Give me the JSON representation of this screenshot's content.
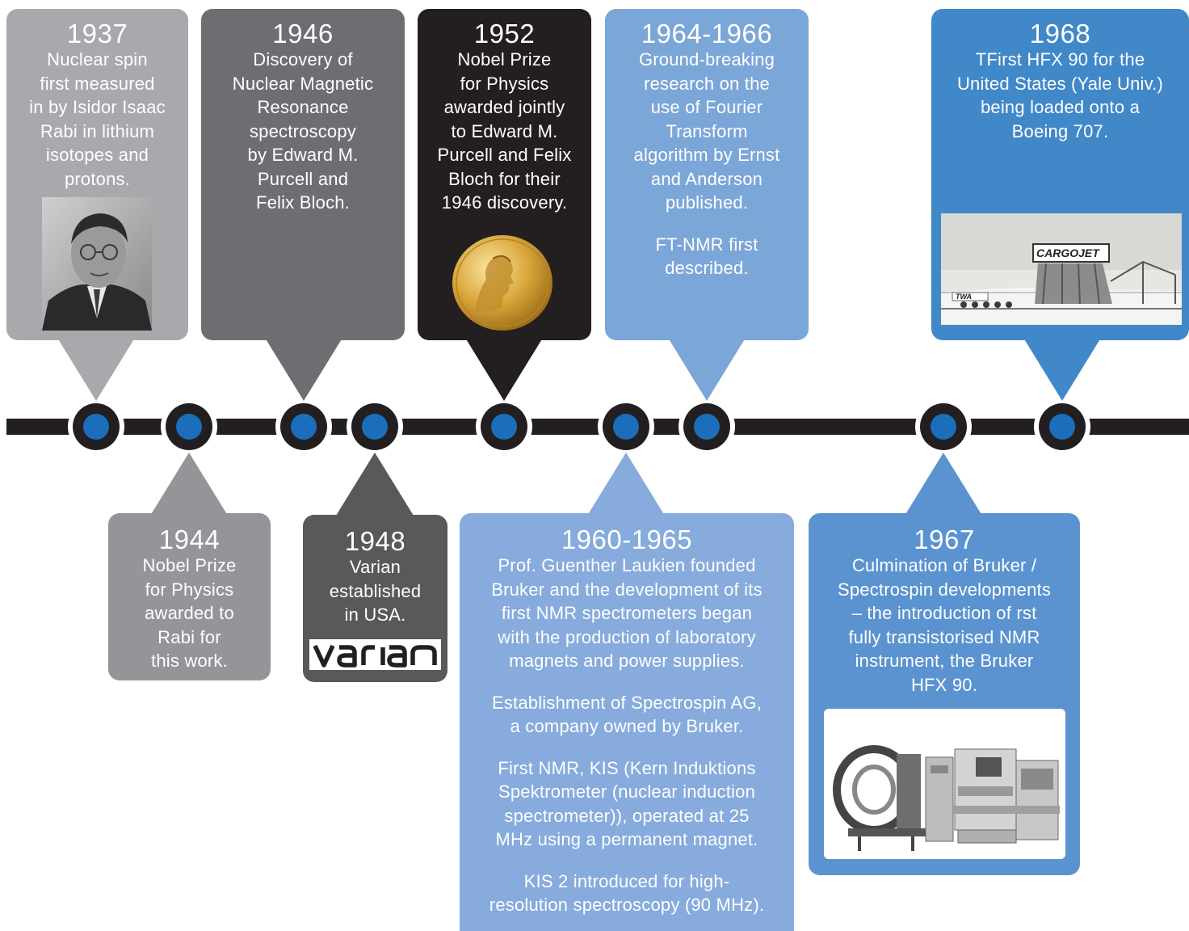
{
  "colors": {
    "c1937": "#a7a9ac",
    "c1946": "#6d6e71",
    "c1952": "#231f20",
    "c1964": "#7ba6d8",
    "c1968": "#4188c9",
    "c1944": "#939598",
    "c1948": "#58595b",
    "c1960": "#86abdc",
    "c1967": "#5b93d0",
    "line": "#231f20",
    "dot": "#1a6ebb"
  },
  "events_top": [
    {
      "year": "1937",
      "lines": [
        "Nuclear spin",
        "first measured",
        "in by Isidor Isaac",
        "Rabi in lithium",
        "isotopes and",
        "protons."
      ],
      "image": "portrait-of-isidor-rabi"
    },
    {
      "year": "1946",
      "lines": [
        "Discovery of",
        "Nuclear Magnetic",
        "Resonance",
        "spectroscopy",
        "by Edward M.",
        "Purcell and",
        "Felix Bloch."
      ]
    },
    {
      "year": "1952",
      "lines": [
        "Nobel Prize",
        "for Physics",
        "awarded jointly",
        "to Edward M.",
        "Purcell and Felix",
        "Bloch for their",
        "1946 discovery."
      ],
      "image": "nobel-medal"
    },
    {
      "year": "1964-1966",
      "paragraphs": [
        [
          "Ground-breaking",
          "research on the",
          "use of Fourier",
          "Transform",
          "algorithm by Ernst",
          "and Anderson",
          "published."
        ],
        [
          "FT-NMR first",
          "described."
        ]
      ]
    },
    {
      "year": "1968",
      "lines": [
        "TFirst HFX 90 for the",
        "United States (Yale Univ.)",
        "being loaded onto a",
        "Boeing 707."
      ],
      "image": "cargojet-loading-photo",
      "image_labels": [
        "CARGOJET",
        "TWA"
      ]
    }
  ],
  "events_bottom": [
    {
      "year": "1944",
      "lines": [
        "Nobel Prize",
        "for Physics",
        "awarded to",
        "Rabi for",
        "this work."
      ]
    },
    {
      "year": "1948",
      "lines": [
        "Varian",
        "established",
        "in USA."
      ],
      "logo": "varian"
    },
    {
      "year": "1960-1965",
      "paragraphs": [
        [
          "Prof. Guenther Laukien founded",
          "Bruker and the development of its",
          "first NMR spectrometers began",
          "with the production of laboratory",
          "magnets and power supplies."
        ],
        [
          "Establishment of Spectrospin AG,",
          "a company owned by Bruker."
        ],
        [
          "First NMR, KIS (Kern Induktions",
          "Spektrometer (nuclear induction",
          "spectrometer)), operated at 25",
          "MHz using a permanent magnet."
        ],
        [
          "KIS 2 introduced for high-",
          "resolution spectroscopy (90 MHz)."
        ]
      ]
    },
    {
      "year": "1967",
      "lines": [
        "Culmination of Bruker /",
        "Spectrospin developments",
        "– the introduction of rst",
        "fully transistorised NMR",
        "instrument, the Bruker",
        "HFX 90."
      ],
      "image": "hfx-90-instrument-photo"
    }
  ]
}
